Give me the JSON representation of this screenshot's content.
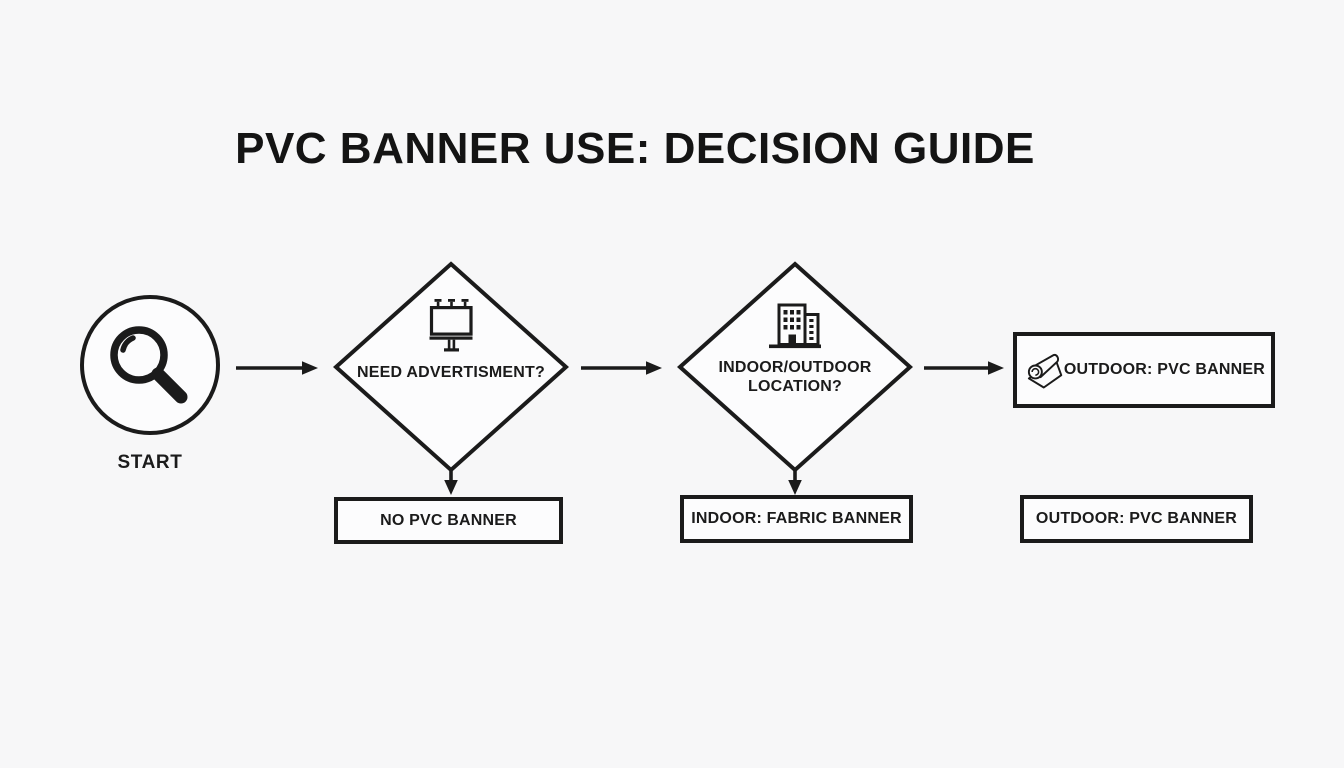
{
  "page": {
    "background": "#f7f7f8",
    "ink": "#1b1b1b",
    "shape_fill": "#fcfcfd"
  },
  "title": "PVC BANNER USE: DECISION GUIDE",
  "flow": {
    "start": {
      "label": "START",
      "icon": "magnifier-icon"
    },
    "decision_advert": {
      "label": "NEED ADVERTISMENT?",
      "icon": "billboard-icon"
    },
    "decision_location": {
      "line1": "INDOOR/OUTDOOR",
      "line2": "LOCATION?",
      "icon": "building-icon"
    },
    "outcome_outdoor_primary": {
      "label": "OUTDOOR: PVC BANNER",
      "icon": "banner-roll-icon"
    },
    "outcome_no_banner": {
      "label": "NO PVC BANNER"
    },
    "outcome_indoor": {
      "label": "INDOOR: FABRIC BANNER"
    },
    "outcome_outdoor_secondary": {
      "label": "OUTDOOR: PVC BANNER"
    }
  }
}
